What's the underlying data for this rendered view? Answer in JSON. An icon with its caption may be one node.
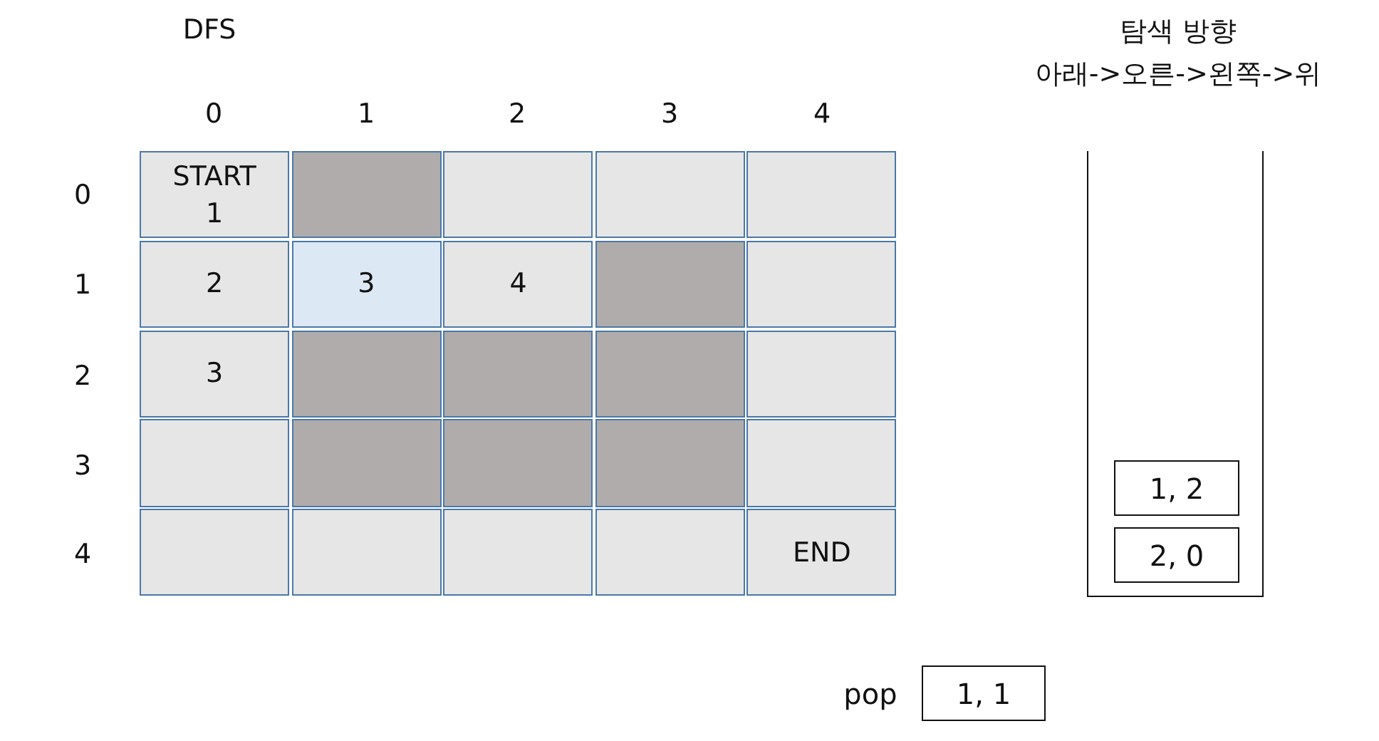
{
  "diagram": {
    "title": "DFS",
    "nodes": [
      {
        "text": [
          "START",
          "1"
        ]
      },
      {
        "text": [],
        "shape": "box"
      },
      {
        "text": [],
        "shape": "box"
      },
      {
        "text": [],
        "shape": "box"
      },
      {
        "text": [],
        "shape": "box"
      },
      {
        "text": [
          "2"
        ]
      },
      {
        "text": [
          "3"
        ]
      },
      {
        "text": [
          "4"
        ]
      },
      {
        "text": [],
        "shape": "box"
      },
      {
        "text": [],
        "shape": "box"
      },
      {
        "text": [
          "3"
        ]
      },
      {
        "text": [],
        "shape": "box"
      },
      {
        "text": [],
        "shape": "box"
      },
      {
        "text": [],
        "shape": "box"
      },
      {
        "text": [],
        "shape": "box"
      },
      {
        "text": [],
        "shape": "box"
      },
      {
        "text": [],
        "shape": "box"
      },
      {
        "text": [],
        "shape": "box"
      },
      {
        "text": [],
        "shape": "box"
      },
      {
        "text": [],
        "shape": "box"
      },
      {
        "text": [],
        "shape": "box"
      },
      {
        "text": [],
        "shape": "box"
      },
      {
        "text": [],
        "shape": "box"
      },
      {
        "text": [],
        "shape": "box"
      },
      {
        "text": [
          "END"
        ]
      },
      {
        "text": [],
        "shape": "box"
      },
      {
        "text": [
          "1, 2"
        ],
        "in": 25
      },
      {
        "text": [
          "2, 0"
        ],
        "in": 25
      },
      {
        "text": [
          "1, 1"
        ],
        "beside": [
          "pop"
        ]
      }
    ],
    "labels": [
      "탐색 방향",
      "아래->오른->왼쪽->위",
      "0",
      "1",
      "2",
      "3",
      "4",
      "0",
      "1",
      "2",
      "3",
      "4"
    ]
  }
}
